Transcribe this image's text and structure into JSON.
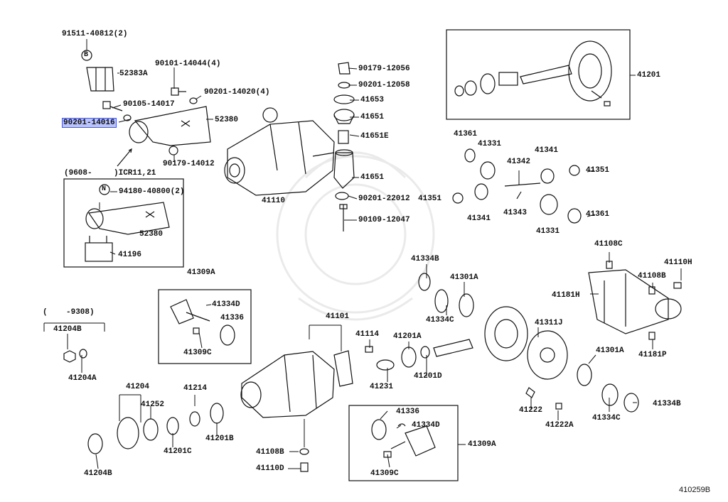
{
  "figure_number": "410259B",
  "highlighted_part": "90201-14016",
  "labels": {
    "p91511": "91511-40812(2)",
    "p52383A": "52383A",
    "p90101": "90101-14044(4)",
    "p90201_14020": "90201-14020(4)",
    "p90105": "90105-14017",
    "p90201_14016": "90201-14016",
    "p52380a": "52380",
    "p90179_14012": "90179-14012",
    "p9608": "(9608-",
    "pICR": ")ICR11,21",
    "p94180": "94180-40800(2)",
    "p52380b": "52380",
    "p41196": "41196",
    "p90179_12056": "90179-12056",
    "p90201_12058": "90201-12058",
    "p41653": "41653",
    "p41651a": "41651",
    "p41651E": "41651E",
    "p41651b": "41651",
    "p90201_22012": "90201-22012",
    "p90109": "90109-12047",
    "p41110": "41110",
    "p41201": "41201",
    "p41361a": "41361",
    "p41331a": "41331",
    "p41341a": "41341",
    "p41342": "41342",
    "p41351a": "41351",
    "p41351b": "41351",
    "p41341b": "41341",
    "p41343": "41343",
    "p41361b": "41361",
    "p41331b": "41331",
    "p41108C": "41108C",
    "p41110H": "41110H",
    "p41108B": "41108B",
    "p41181H": "41181H",
    "p41181P": "41181P",
    "p41334B_top": "41334B",
    "p41301A_top": "41301A",
    "p41334C_top": "41334C",
    "p41309A_left": "41309A",
    "p41334D_left": "41334D",
    "p41336_left": "41336",
    "p41309C_left": "41309C",
    "p9308": "(    -9308)",
    "p41204B_top": "41204B",
    "p41204A": "41204A",
    "p41101": "41101",
    "p41114": "41114",
    "p41201A": "41201A",
    "p41231": "41231",
    "p41201D": "41201D",
    "p41311J": "41311J",
    "p41301A_right": "41301A",
    "p41222": "41222",
    "p41222A": "41222A",
    "p41334C_right": "41334C",
    "p41334B_right": "41334B",
    "p41204": "41204",
    "p41252": "41252",
    "p41214": "41214",
    "p41201C": "41201C",
    "p41201B": "41201B",
    "p41204B_bot": "41204B",
    "p41108B_bot": "41108B",
    "p41110D": "41110D",
    "p41336_bot": "41336",
    "p41334D_bot": "41334D",
    "p41309A_bot": "41309A",
    "p41309C_bot": "41309C"
  },
  "callouts": {
    "B": "B",
    "N": "N"
  }
}
